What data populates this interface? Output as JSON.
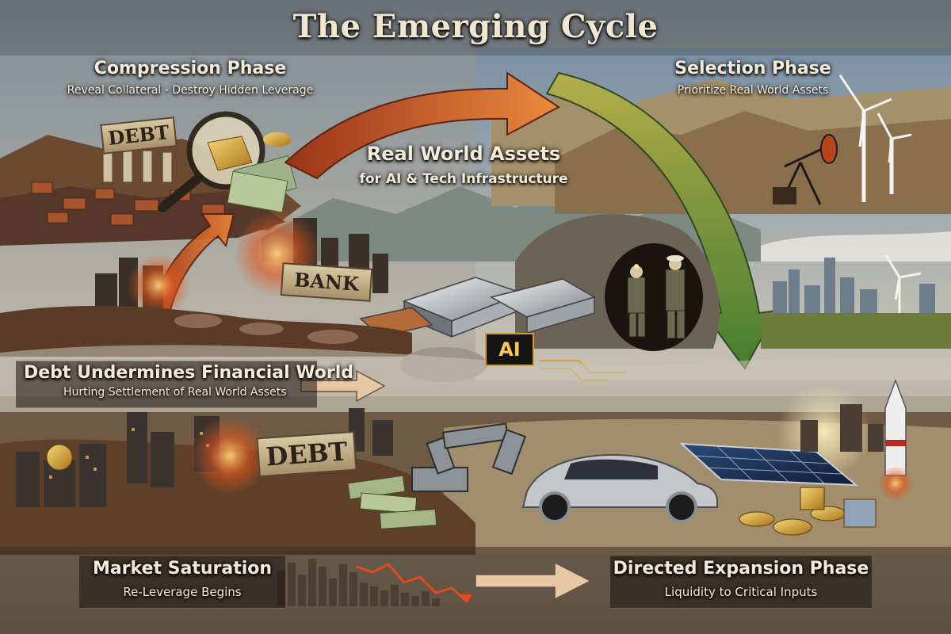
{
  "title": "The Emerging Cycle",
  "phases": {
    "compression": {
      "heading": "Compression Phase",
      "subheading": "Reveal Collateral - Destroy Hidden Leverage"
    },
    "selection": {
      "heading": "Selection Phase",
      "subheading": "Prioritize Real World Assets"
    },
    "center": {
      "heading": "Real World Assets",
      "subheading": "for AI & Tech Infrastructure"
    },
    "debt_undermines": {
      "heading": "Debt Undermines Financial World",
      "subheading": "Hurting Settlement of Real World Assets"
    },
    "market_saturation": {
      "heading": "Market Saturation",
      "subheading": "Re-Leverage Begins"
    },
    "directed_expansion": {
      "heading": "Directed Expansion Phase",
      "subheading": "Liquidity to Critical Inputs"
    }
  },
  "signs": {
    "debt_top": "DEBT",
    "bank": "BANK",
    "ai_chip": "AI",
    "debt_bottom": "DEBT"
  },
  "colors": {
    "arrow_orange": "#d2581f",
    "arrow_green": "#6d8f2e",
    "parchment_text": "#f4ead8",
    "sky": "#8fa9bf",
    "rubble": "#6b4a32"
  }
}
